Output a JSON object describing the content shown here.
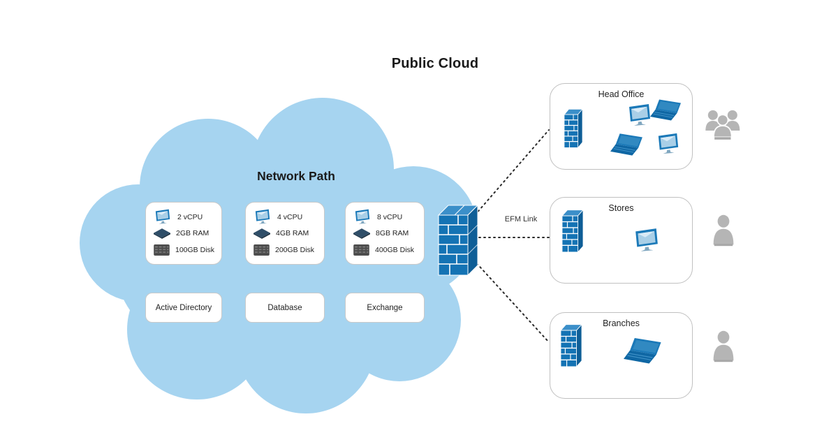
{
  "page": {
    "title": "Public Cloud"
  },
  "cloud": {
    "title": "Network Path",
    "vm_boxes": [
      {
        "cpu": "2 vCPU",
        "ram": "2GB RAM",
        "disk": "100GB Disk"
      },
      {
        "cpu": "4 vCPU",
        "ram": "4GB RAM",
        "disk": "200GB Disk"
      },
      {
        "cpu": "8 vCPU",
        "ram": "8GB RAM",
        "disk": "400GB Disk"
      }
    ],
    "service_boxes": [
      {
        "label": "Active Directory"
      },
      {
        "label": "Database"
      },
      {
        "label": "Exchange"
      }
    ]
  },
  "connections": {
    "efm_label": "EFM Link"
  },
  "sites": [
    {
      "label": "Head Office",
      "devices": [
        "monitor",
        "laptop",
        "laptop",
        "monitor"
      ],
      "users": "group"
    },
    {
      "label": "Stores",
      "devices": [
        "monitor"
      ],
      "users": "single"
    },
    {
      "label": "Branches",
      "devices": [
        "laptop"
      ],
      "users": "single"
    }
  ],
  "icons": {
    "firewall": "firewall-brick-wall",
    "monitor": "desktop-monitor",
    "laptop": "laptop",
    "ram": "memory-chip",
    "disk": "hard-disk",
    "user_group": "user-group",
    "user": "user"
  },
  "colors": {
    "cloud": "#A6D4F0",
    "device_blue": "#1B79B8",
    "brick_front": "#1473B4",
    "brick_top": "#3B8FC9",
    "brick_side": "#0E5E97",
    "person_gray": "#B5B5B5",
    "box_border": "#C4C4C4",
    "text": "#1F1F1F"
  }
}
